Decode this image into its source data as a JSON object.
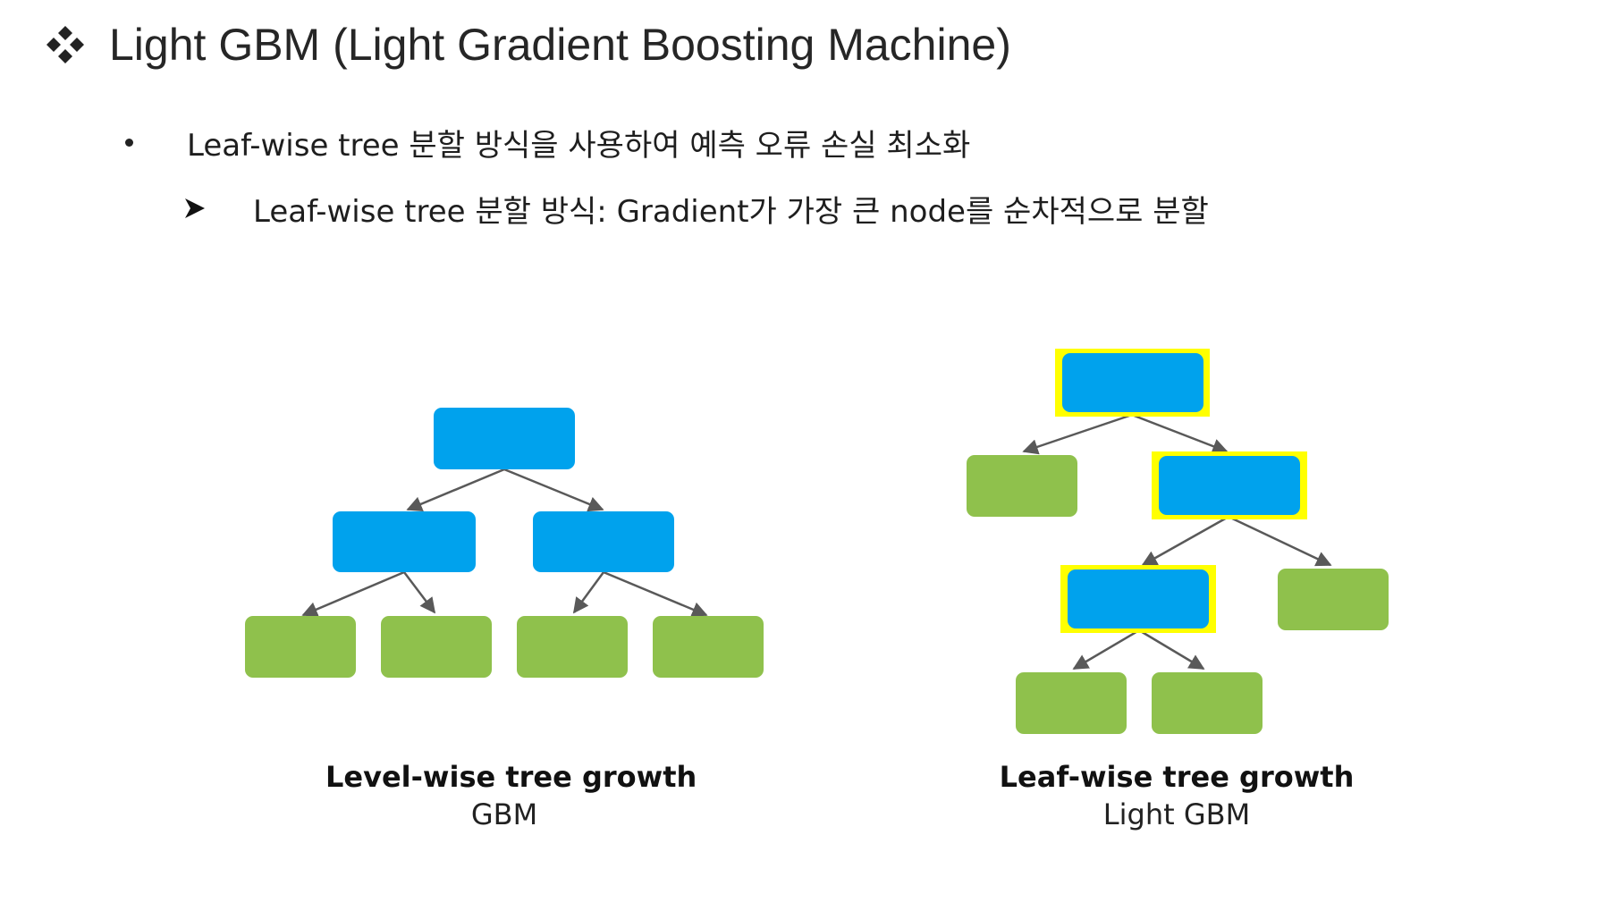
{
  "title": "Light GBM (Light Gradient Boosting Machine)",
  "bullets": {
    "level1": "Leaf-wise tree 분할 방식을 사용하여 예측 오류 손실 최소화",
    "level2": "Leaf-wise tree 분할 방식: Gradient가 가장 큰 node를 순차적으로 분할"
  },
  "icons": {
    "title_bullet": "four-diamond-icon",
    "sub_bullet": "arrowhead-icon"
  },
  "colors": {
    "split_node": "#00a2ed",
    "leaf_node": "#8fc14c",
    "highlight": "#ffff00",
    "edge": "#595959"
  },
  "diagrams": {
    "level_wise": {
      "caption_title": "Level-wise tree growth",
      "caption_sub": "GBM"
    },
    "leaf_wise": {
      "caption_title": "Leaf-wise tree growth",
      "caption_sub": "Light GBM"
    }
  }
}
